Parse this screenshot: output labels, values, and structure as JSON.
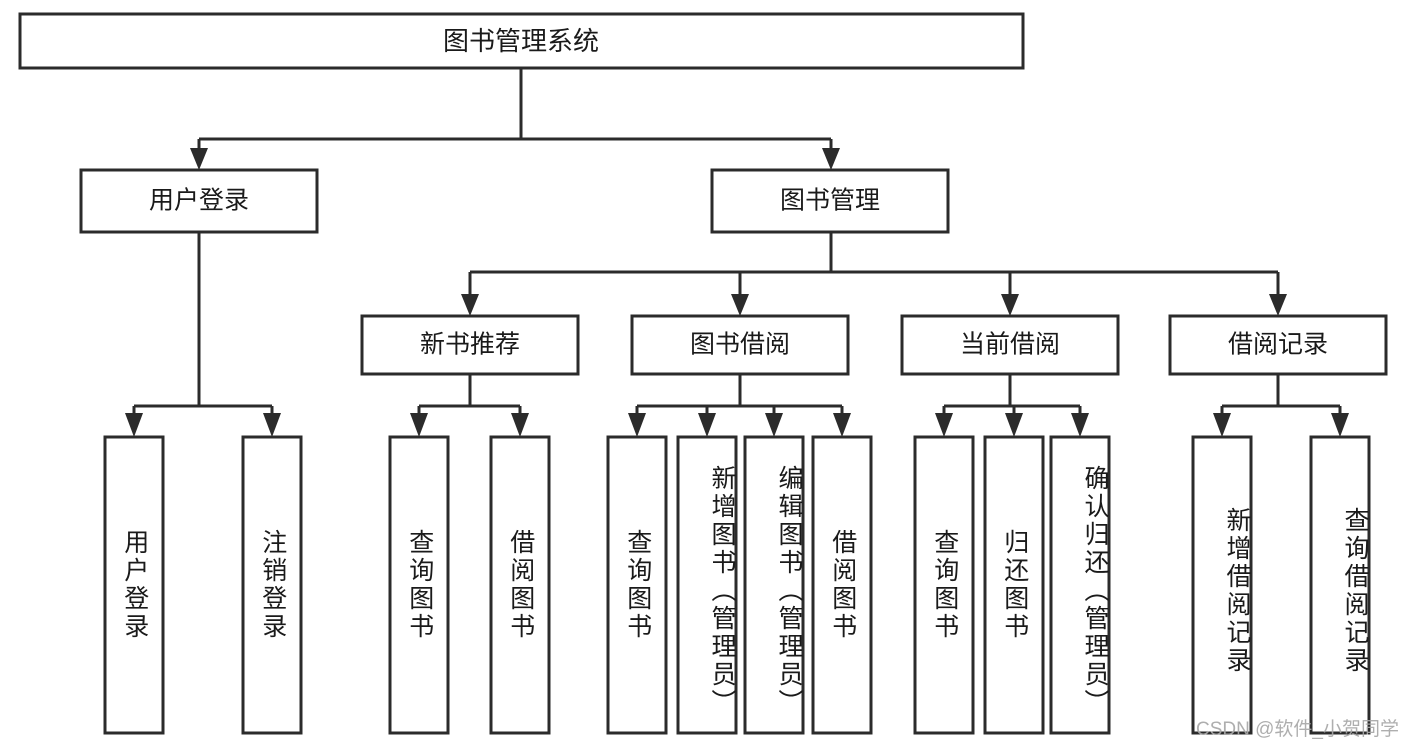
{
  "diagram": {
    "type": "tree-hierarchy",
    "orientation": "top-down",
    "root": {
      "label": "图书管理系统"
    },
    "level2": [
      {
        "label": "用户登录"
      },
      {
        "label": "图书管理"
      }
    ],
    "level3": [
      {
        "label": "新书推荐"
      },
      {
        "label": "图书借阅"
      },
      {
        "label": "当前借阅"
      },
      {
        "label": "借阅记录"
      }
    ],
    "leaves": {
      "user_login": [
        {
          "label": "用户登录"
        },
        {
          "label": "注销登录"
        }
      ],
      "new_book_recommend": [
        {
          "label": "查询图书"
        },
        {
          "label": "借阅图书"
        }
      ],
      "book_borrow": [
        {
          "label": "查询图书"
        },
        {
          "label": "新增图书（管理员）"
        },
        {
          "label": "编辑图书（管理员）"
        },
        {
          "label": "借阅图书"
        }
      ],
      "current_borrow": [
        {
          "label": "查询图书"
        },
        {
          "label": "归还图书"
        },
        {
          "label": "确认归还（管理员）"
        }
      ],
      "borrow_record": [
        {
          "label": "新增借阅记录"
        },
        {
          "label": "查询借阅记录"
        }
      ]
    }
  },
  "watermark": {
    "text": "CSDN @软件_小贺同学"
  },
  "colors": {
    "stroke": "#2b2b2b",
    "fill": "#ffffff",
    "text": "#1a1a1a",
    "watermark": "#a8a8a8"
  }
}
